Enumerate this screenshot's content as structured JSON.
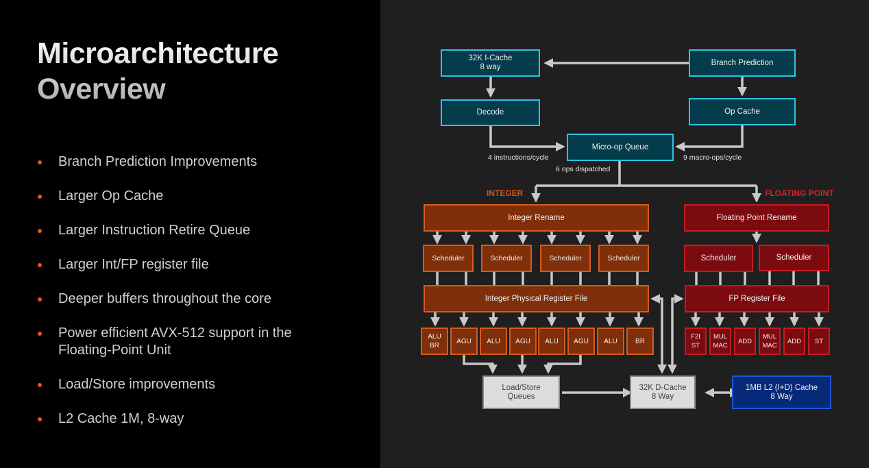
{
  "slide": {
    "title_lines": [
      "Microarchitecture",
      "Overview"
    ],
    "bullets": [
      "Branch Prediction Improvements",
      "Larger Op Cache",
      "Larger Instruction Retire Queue",
      "Larger Int/FP register file",
      "Deeper buffers throughout the core",
      "Power efficient AVX-512 support in the Floating-Point Unit",
      "Load/Store improvements",
      "L2 Cache 1M, 8-way"
    ],
    "bullet_color": "#e2571e"
  },
  "diagram": {
    "frontend": {
      "icache": [
        "32K I-Cache",
        "8 way"
      ],
      "branch_prediction": "Branch Prediction",
      "decode": "Decode",
      "op_cache": "Op Cache",
      "micro_op_queue": "Micro-op Queue",
      "decode_rate": "4 instructions/cycle",
      "opcache_rate": "9 macro-ops/cycle",
      "dispatch_rate": "6 ops dispatched"
    },
    "integer": {
      "section_label": "INTEGER",
      "section_color": "#d4531c",
      "rename": "Integer Rename",
      "schedulers": [
        "Scheduler",
        "Scheduler",
        "Scheduler",
        "Scheduler"
      ],
      "register_file": "Integer Physical Register File",
      "units": [
        [
          "ALU",
          "BR"
        ],
        [
          "AGU"
        ],
        [
          "ALU"
        ],
        [
          "AGU"
        ],
        [
          "ALU"
        ],
        [
          "AGU"
        ],
        [
          "ALU"
        ],
        [
          "BR"
        ]
      ]
    },
    "floating_point": {
      "section_label": "FLOATING POINT",
      "section_color": "#d7202a",
      "rename": "Floating Point Rename",
      "schedulers": [
        "Scheduler",
        "Scheduler"
      ],
      "register_file": "FP Register File",
      "units": [
        [
          "F2I",
          "ST"
        ],
        [
          "MUL",
          "MAC"
        ],
        [
          "ADD"
        ],
        [
          "MUL",
          "MAC"
        ],
        [
          "ADD"
        ],
        [
          "ST"
        ]
      ]
    },
    "memory": {
      "load_store": [
        "Load/Store",
        "Queues"
      ],
      "dcache": [
        "32K D-Cache",
        "8 Way"
      ],
      "l2": [
        "1MB L2 (I+D) Cache",
        "8 Way"
      ]
    }
  }
}
